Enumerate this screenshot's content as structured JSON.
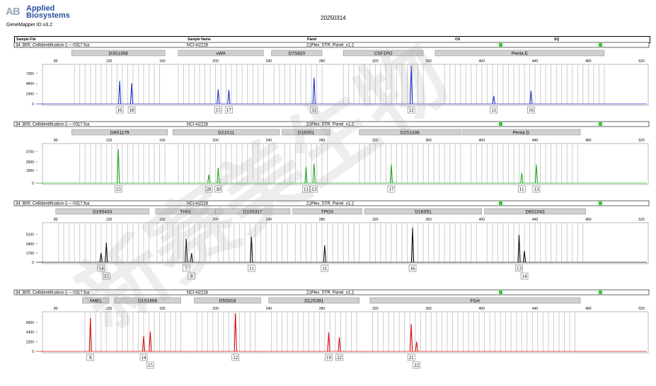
{
  "header": {
    "logo_mark": "AB",
    "logo_line1": "Applied",
    "logo_line2": "Biosystems",
    "app_title": "GeneMapper ID v3.2",
    "run_date": "20250314"
  },
  "columns": {
    "sample_file": "Sample File",
    "sample_name": "Sample Name",
    "panel": "Panel",
    "os": "OS",
    "sq": "SQ"
  },
  "watermark": "新赛美生物",
  "colors": {
    "blue": "#2233cc",
    "green": "#22aa22",
    "black": "#111111",
    "red": "#dd1111",
    "status_ok": "#33cc33",
    "locus_box": "#d0d0d0",
    "bin": "#cccccc"
  },
  "chart_data": [
    {
      "type": "line",
      "dye": "blue",
      "sample_file": "34_B05_CellIdentification-1----0317.fsa",
      "sample_name": "NCI-H2228",
      "panel": "21Plex_STR_Panel_v1.2",
      "x_ticks": [
        80,
        120,
        160,
        200,
        240,
        280,
        320,
        360,
        400,
        440,
        480,
        520
      ],
      "xlim": [
        70,
        525
      ],
      "y_ticks": [
        0,
        2400,
        4800,
        7200
      ],
      "ylim": [
        0,
        9000
      ],
      "loci": [
        {
          "name": "D3S1358",
          "start": 92,
          "end": 162
        },
        {
          "name": "vWA",
          "start": 172,
          "end": 236
        },
        {
          "name": "D7S820",
          "start": 242,
          "end": 280
        },
        {
          "name": "CSF1PO",
          "start": 296,
          "end": 356
        },
        {
          "name": "Penta E",
          "start": 365,
          "end": 492
        }
      ],
      "bin_ranges": [
        [
          94,
          160
        ],
        [
          172,
          236
        ],
        [
          244,
          282
        ],
        [
          296,
          356
        ],
        [
          372,
          492
        ]
      ],
      "peaks": [
        {
          "x": 128,
          "y": 5400,
          "label": "16"
        },
        {
          "x": 137,
          "y": 4900,
          "label": "18"
        },
        {
          "x": 202,
          "y": 3400,
          "label": "15"
        },
        {
          "x": 210,
          "y": 3300,
          "label": "17"
        },
        {
          "x": 274,
          "y": 6200,
          "label": "11"
        },
        {
          "x": 347,
          "y": 9000,
          "label": "12"
        },
        {
          "x": 409,
          "y": 1900,
          "label": "11"
        },
        {
          "x": 437,
          "y": 3100,
          "label": "16"
        }
      ]
    },
    {
      "type": "line",
      "dye": "green",
      "sample_file": "34_B05_CellIdentification-1----0317.fsa",
      "sample_name": "NCI-H2228",
      "panel": "21Plex_STR_Panel_v1.2",
      "x_ticks": [
        80,
        120,
        160,
        200,
        240,
        280,
        320,
        360,
        400,
        440,
        480,
        520
      ],
      "xlim": [
        70,
        525
      ],
      "y_ticks": [
        0,
        1500,
        2500,
        3700
      ],
      "ylim": [
        0,
        4500
      ],
      "loci": [
        {
          "name": "D8S1179",
          "start": 92,
          "end": 164
        },
        {
          "name": "D21S11",
          "start": 168,
          "end": 248
        },
        {
          "name": "D18S51",
          "start": 250,
          "end": 286
        },
        {
          "name": "D2S1338",
          "start": 308,
          "end": 384
        },
        {
          "name": "Penta D",
          "start": 385,
          "end": 474
        }
      ],
      "bin_ranges": [
        [
          98,
          162
        ],
        [
          172,
          244
        ],
        [
          252,
          286
        ],
        [
          308,
          384
        ],
        [
          392,
          474
        ]
      ],
      "peaks": [
        {
          "x": 127,
          "y": 4000,
          "label": "13"
        },
        {
          "x": 195,
          "y": 1000,
          "label": "28"
        },
        {
          "x": 202,
          "y": 1800,
          "label": "30"
        },
        {
          "x": 268,
          "y": 1900,
          "label": "11"
        },
        {
          "x": 274,
          "y": 2300,
          "label": "13"
        },
        {
          "x": 332,
          "y": 2200,
          "label": "17"
        },
        {
          "x": 430,
          "y": 1200,
          "label": "11"
        },
        {
          "x": 441,
          "y": 2200,
          "label": "13"
        }
      ]
    },
    {
      "type": "line",
      "dye": "black",
      "sample_file": "34_B05_CellIdentification-1----0317.fsa",
      "sample_name": "NCI-H2228",
      "panel": "21Plex_STR_Panel_v1.2",
      "x_ticks": [
        80,
        120,
        160,
        200,
        240,
        280,
        320,
        360,
        400,
        440,
        480,
        520
      ],
      "xlim": [
        70,
        525
      ],
      "y_ticks": [
        0,
        1700,
        3400,
        5100
      ],
      "ylim": [
        0,
        7000
      ],
      "loci": [
        {
          "name": "D19S433",
          "start": 80,
          "end": 150
        },
        {
          "name": "TH01",
          "start": 155,
          "end": 200
        },
        {
          "name": "D13S317",
          "start": 200,
          "end": 256
        },
        {
          "name": "TPOX",
          "start": 258,
          "end": 310
        },
        {
          "name": "D16S51",
          "start": 312,
          "end": 400
        },
        {
          "name": "D6S1043",
          "start": 402,
          "end": 478
        }
      ],
      "bin_ranges": [
        [
          82,
          150
        ],
        [
          156,
          198
        ],
        [
          202,
          256
        ],
        [
          260,
          310
        ],
        [
          316,
          398
        ],
        [
          404,
          478
        ]
      ],
      "peaks": [
        {
          "x": 114,
          "y": 1700,
          "label": "14"
        },
        {
          "x": 118,
          "y": 3600,
          "label": "15"
        },
        {
          "x": 178,
          "y": 4300,
          "label": "7"
        },
        {
          "x": 182,
          "y": 1700,
          "label": "8"
        },
        {
          "x": 227,
          "y": 4700,
          "label": "11"
        },
        {
          "x": 282,
          "y": 3100,
          "label": "11"
        },
        {
          "x": 348,
          "y": 6300,
          "label": "16"
        },
        {
          "x": 428,
          "y": 5000,
          "label": "13"
        },
        {
          "x": 432,
          "y": 2100,
          "label": "14"
        }
      ]
    },
    {
      "type": "line",
      "dye": "red",
      "sample_file": "34_B05_CellIdentification-1----0317.fsa",
      "sample_name": "NCI-H2228",
      "panel": "21Plex_STR_Panel_v1.2",
      "x_ticks": [
        80,
        120,
        160,
        200,
        240,
        280,
        320,
        360,
        400,
        440,
        480,
        520
      ],
      "xlim": [
        70,
        525
      ],
      "y_ticks": [
        0,
        2200,
        4400,
        6600
      ],
      "ylim": [
        0,
        8700
      ],
      "loci": [
        {
          "name": "AMEL",
          "start": 100,
          "end": 120
        },
        {
          "name": "D1S1656",
          "start": 124,
          "end": 174
        },
        {
          "name": "D5S818",
          "start": 184,
          "end": 234
        },
        {
          "name": "D12S391",
          "start": 240,
          "end": 308
        },
        {
          "name": "FGA",
          "start": 316,
          "end": 474
        }
      ],
      "bin_ranges": [
        [
          102,
          118
        ],
        [
          126,
          174
        ],
        [
          186,
          232
        ],
        [
          242,
          308
        ],
        [
          318,
          470
        ]
      ],
      "peaks": [
        {
          "x": 106,
          "y": 7600,
          "label": "X"
        },
        {
          "x": 146,
          "y": 3500,
          "label": "14"
        },
        {
          "x": 151,
          "y": 4500,
          "label": "15"
        },
        {
          "x": 215,
          "y": 8700,
          "label": "12"
        },
        {
          "x": 285,
          "y": 4300,
          "label": "19"
        },
        {
          "x": 293,
          "y": 3200,
          "label": "22"
        },
        {
          "x": 347,
          "y": 6200,
          "label": "21"
        },
        {
          "x": 351,
          "y": 2200,
          "label": "22"
        }
      ]
    }
  ]
}
